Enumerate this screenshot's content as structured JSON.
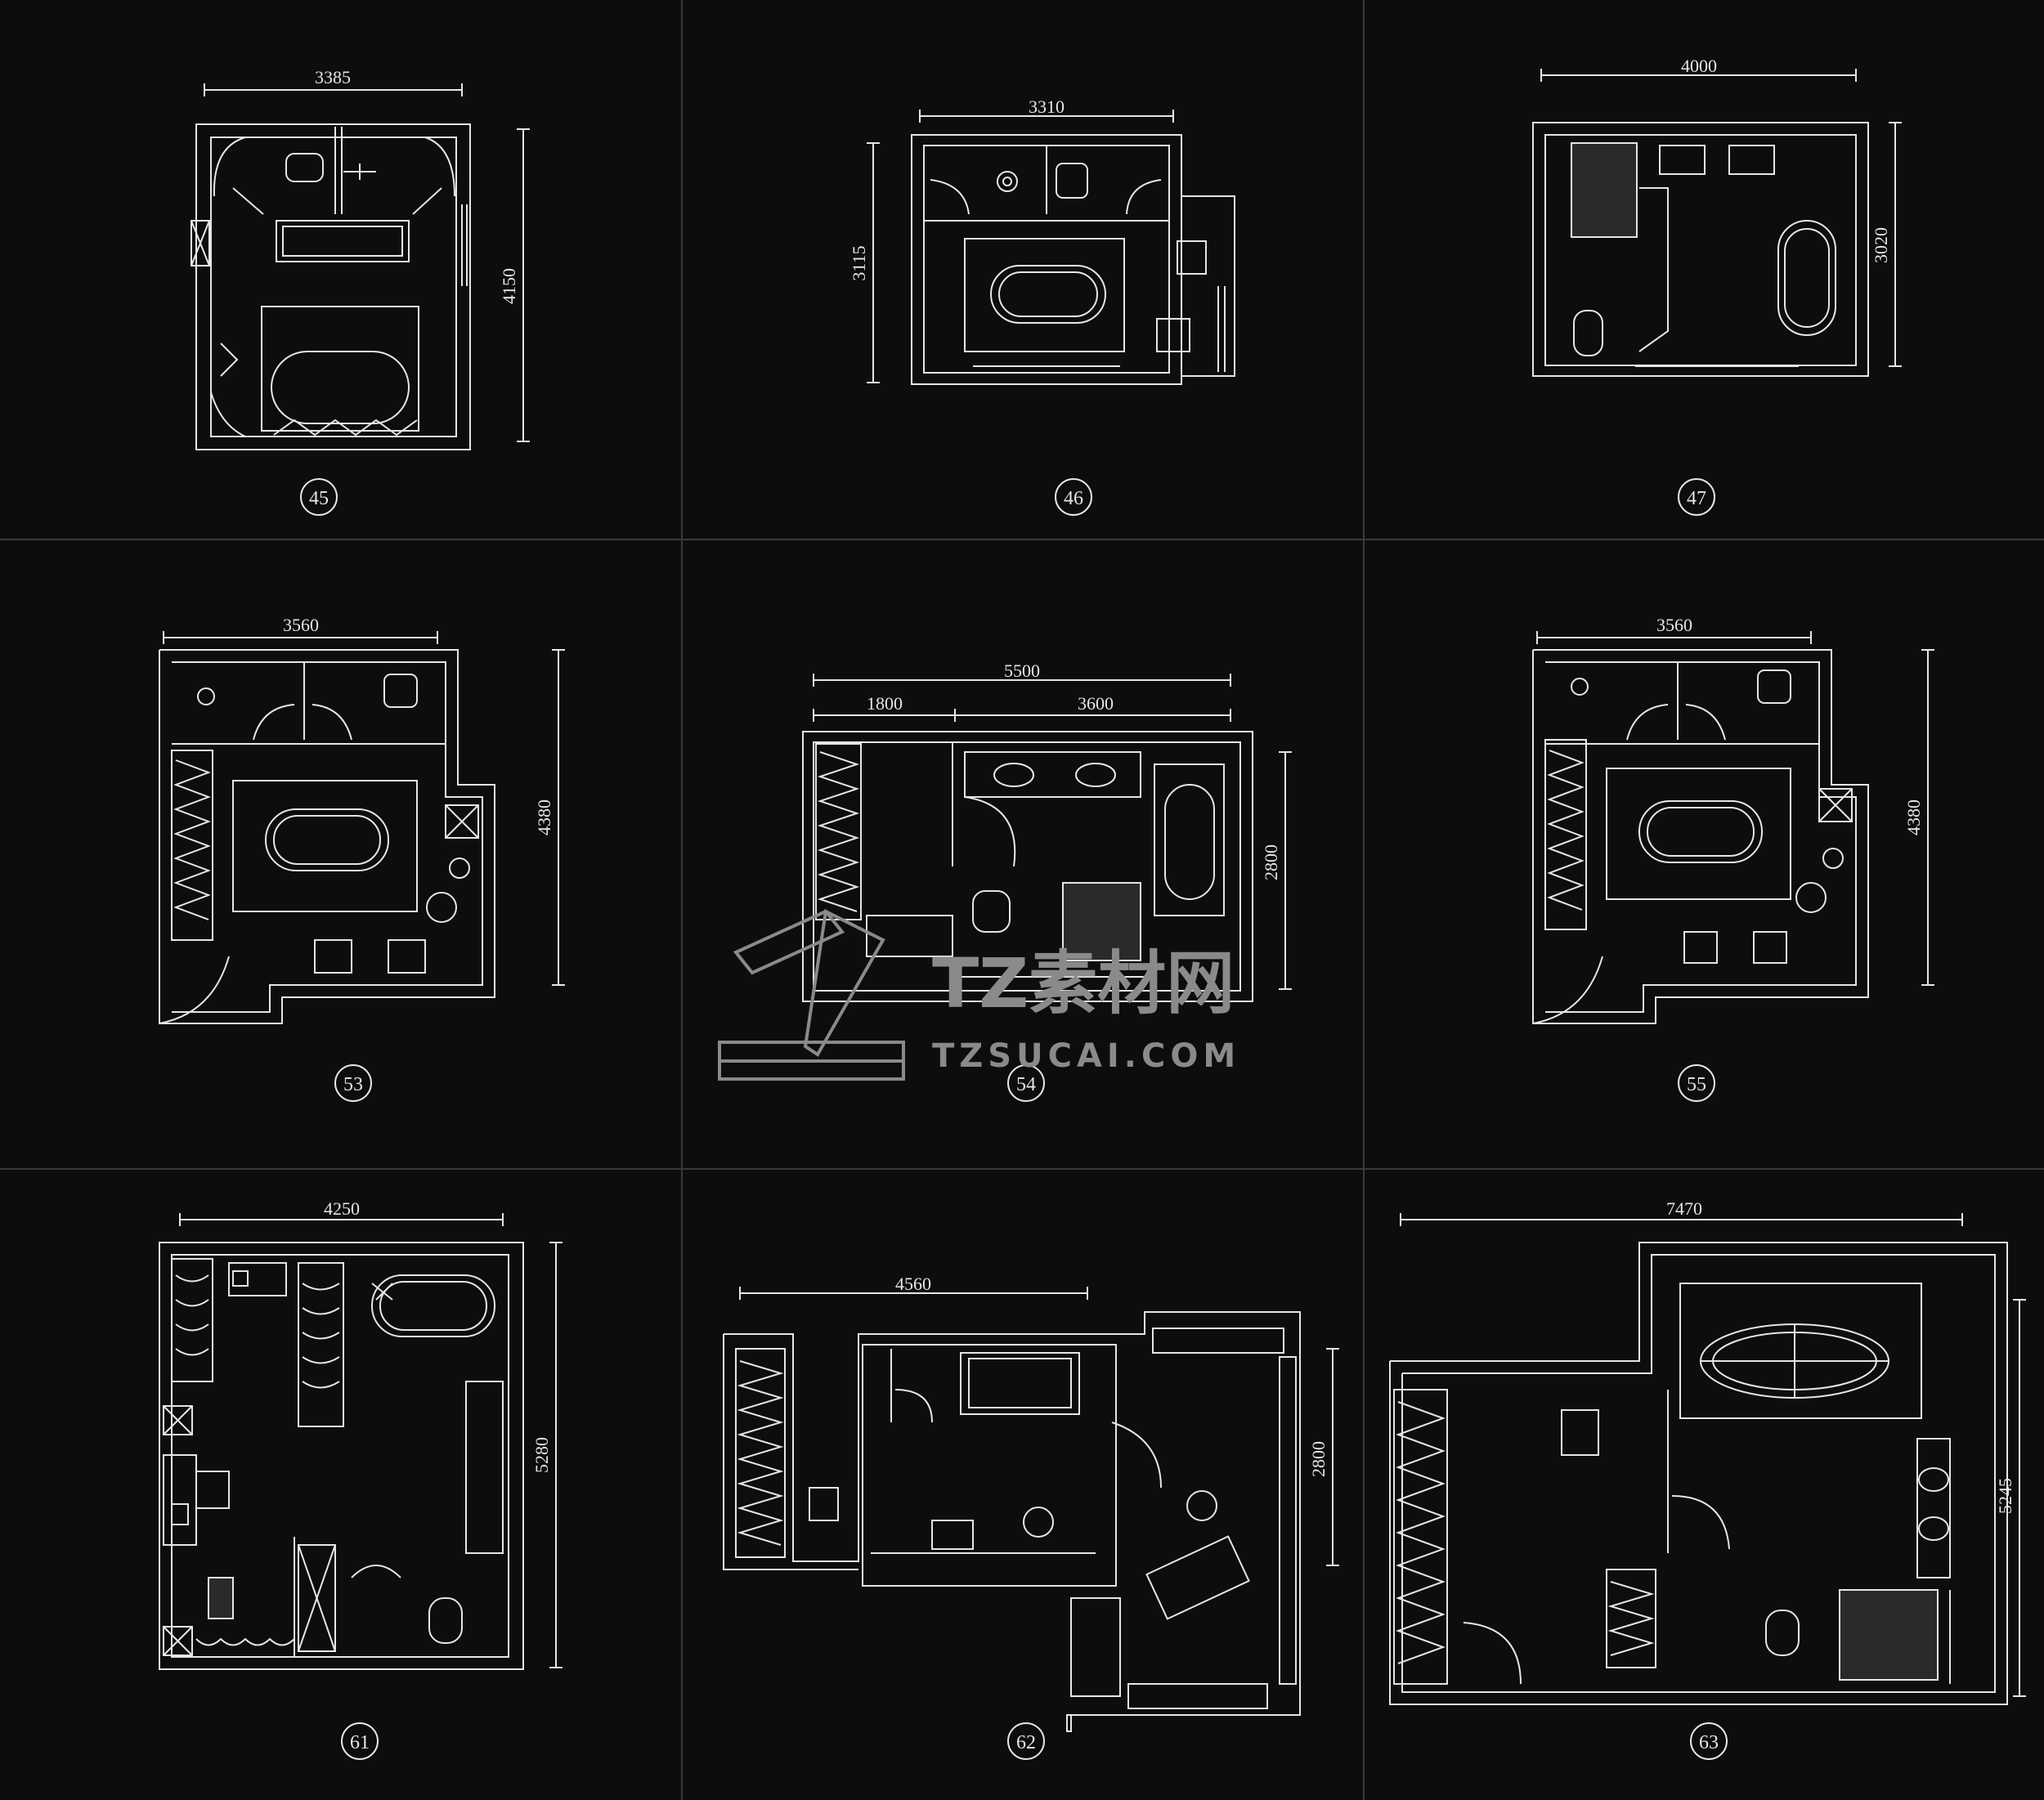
{
  "plans": [
    {
      "id": "45",
      "dim_w": "3385",
      "dim_h": "4150"
    },
    {
      "id": "46",
      "dim_w": "3310",
      "dim_h": "3115"
    },
    {
      "id": "47",
      "dim_w": "4000",
      "dim_h": "3020"
    },
    {
      "id": "53",
      "dim_w": "3560",
      "dim_h": "4380"
    },
    {
      "id": "54",
      "dim_w": "5500",
      "dim_w2a": "1800",
      "dim_w2b": "3600",
      "dim_h": "2800"
    },
    {
      "id": "55",
      "dim_w": "3560",
      "dim_h": "4380"
    },
    {
      "id": "61",
      "dim_w": "4250",
      "dim_h": "5280"
    },
    {
      "id": "62",
      "dim_w": "4560",
      "dim_h": "2800"
    },
    {
      "id": "63",
      "dim_w": "7470",
      "dim_h": "5245"
    }
  ],
  "watermark": {
    "brand": "TZ素材网",
    "site": "TZSUCAI.COM"
  },
  "colors": {
    "background": "#0d0d0d",
    "line": "#e6e6e6",
    "grid": "#3a3a3a",
    "watermark": "#8a8a8a"
  }
}
